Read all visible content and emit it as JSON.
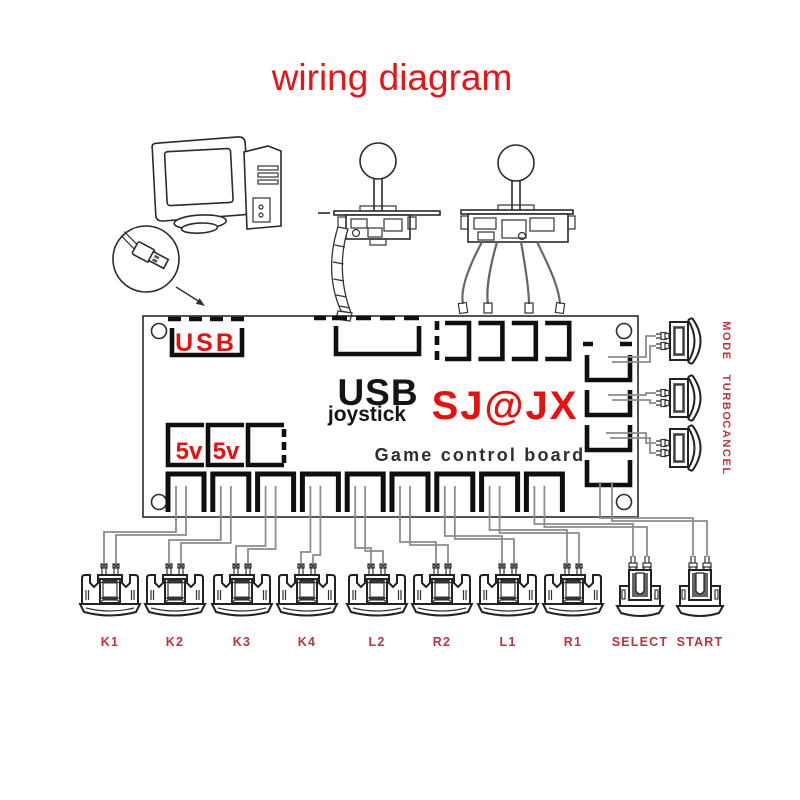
{
  "title": "wiring diagram",
  "colors": {
    "title_red": "#e81414",
    "board_red": "#e8100e",
    "label_red": "#bb3340",
    "line_dark": "#1a1a1a",
    "wire_gray": "#8c8c8c"
  },
  "board": {
    "usb_label": "USB",
    "name_top": "USB",
    "name_bottom": "joystick",
    "brand": "SJ@JX",
    "power_labels": [
      "5v",
      "5v"
    ],
    "caption": "Game control board"
  },
  "side_buttons": [
    {
      "label": "MODE"
    },
    {
      "label": "TURBO"
    },
    {
      "label": "CANCEL"
    }
  ],
  "bottom_buttons": [
    {
      "label": "K1",
      "size": "large"
    },
    {
      "label": "K2",
      "size": "large"
    },
    {
      "label": "K3",
      "size": "large"
    },
    {
      "label": "K4",
      "size": "large"
    },
    {
      "label": "L2",
      "size": "large"
    },
    {
      "label": "R2",
      "size": "large"
    },
    {
      "label": "L1",
      "size": "large"
    },
    {
      "label": "R1",
      "size": "large"
    },
    {
      "label": "SELECT",
      "size": "small"
    },
    {
      "label": "START",
      "size": "small"
    }
  ]
}
